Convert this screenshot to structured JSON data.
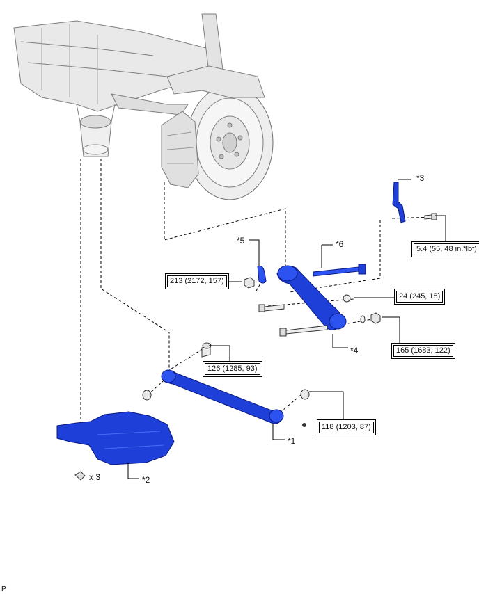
{
  "callouts": {
    "c1": "*1",
    "c2": "*2",
    "c3": "*3",
    "c4": "*4",
    "c5": "*5",
    "c6": "*6"
  },
  "torques": {
    "t_54": "5.4 (55, 48 in.*lbf)",
    "t_213": "213 (2172, 157)",
    "t_24": "24 (245, 18)",
    "t_165": "165 (1683, 122)",
    "t_126": "126 (1285, 93)",
    "t_118": "118 (1203, 87)"
  },
  "quantity": "x 3",
  "corner_mark": "P",
  "colors": {
    "part_blue": "#1f3fd9",
    "line": "#000000",
    "sketch": "#8a8a8a"
  }
}
